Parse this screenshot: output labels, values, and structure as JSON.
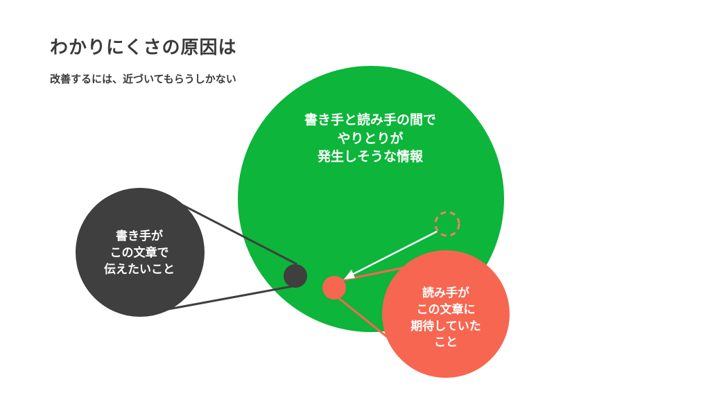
{
  "title": "わかりにくさの原因は",
  "subtitle": "改善するには、近づいてもらうしかない",
  "colors": {
    "green": "#0db53a",
    "dark": "#3f3f3f",
    "red": "#f76650",
    "dashed_outline": "#f07f68",
    "connector_dark": "#3f3f3f",
    "connector_red": "#f76650",
    "arrow": "#ffffff",
    "text": "#3a3a3a"
  },
  "circles": {
    "shared": {
      "lines": [
        "書き手と読み手の間で",
        "やりとりが",
        "発生しそうな情報"
      ]
    },
    "writer": {
      "lines": [
        "書き手が",
        "この文章で",
        "伝えたいこと"
      ]
    },
    "reader": {
      "lines": [
        "読み手が",
        "この文章に",
        "期待していた",
        "こと"
      ]
    }
  }
}
